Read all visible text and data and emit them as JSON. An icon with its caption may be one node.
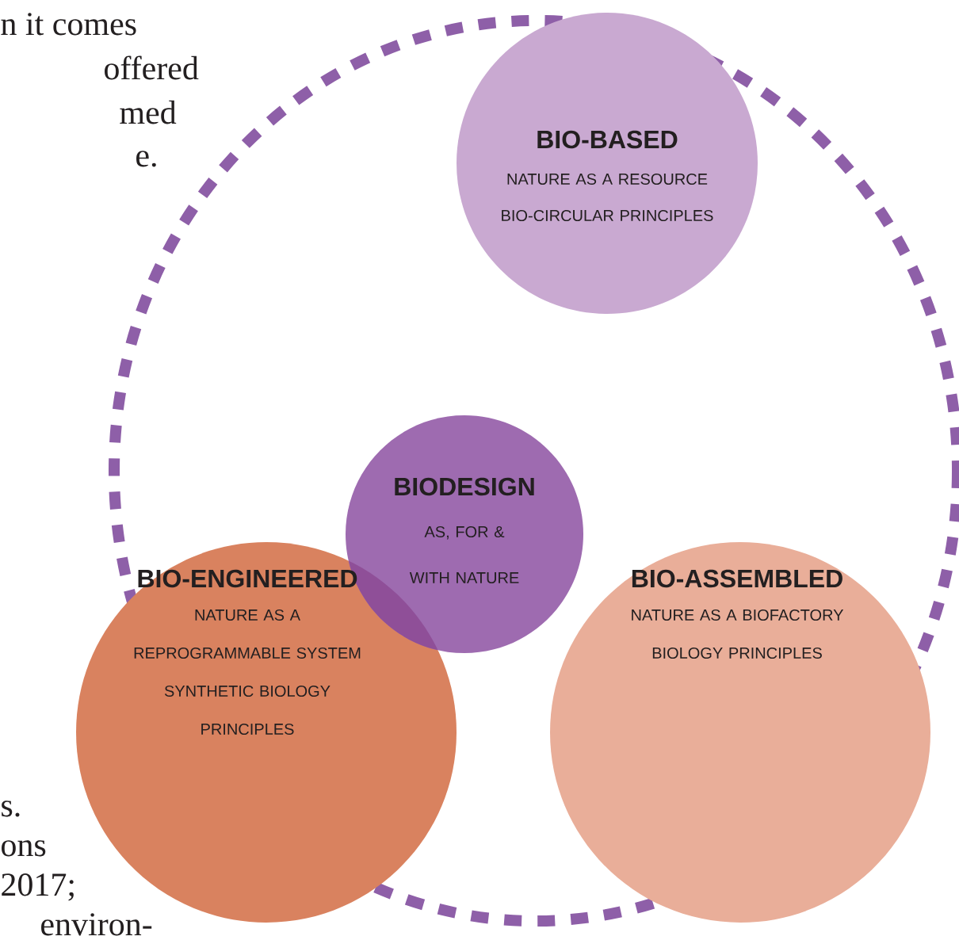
{
  "diagram": {
    "nodes": [
      {
        "text": [
          "BIO-BASED",
          "NATURE AS A RESOURCE",
          "BIO-CIRCULAR PRINCIPLES"
        ]
      },
      {
        "text": [
          "BIODESIGN",
          "AS, FOR & WITH NATURE"
        ]
      },
      {
        "text": [
          "BIO-ENGINEERED",
          "NATURE AS A REPROGRAMMABLE SYSTEM",
          "SYNTHETIC BIOLOGY PRINCIPLES"
        ]
      },
      {
        "text": [
          "BIO-ASSEMBLED",
          "NATURE AS A BIOFACTORY",
          "BIOLOGY PRINCIPLES"
        ]
      }
    ],
    "labels": [
      "n it comes",
      "offered",
      "med",
      "e.",
      "s.",
      "ons",
      "2017;",
      "environ-"
    ]
  }
}
